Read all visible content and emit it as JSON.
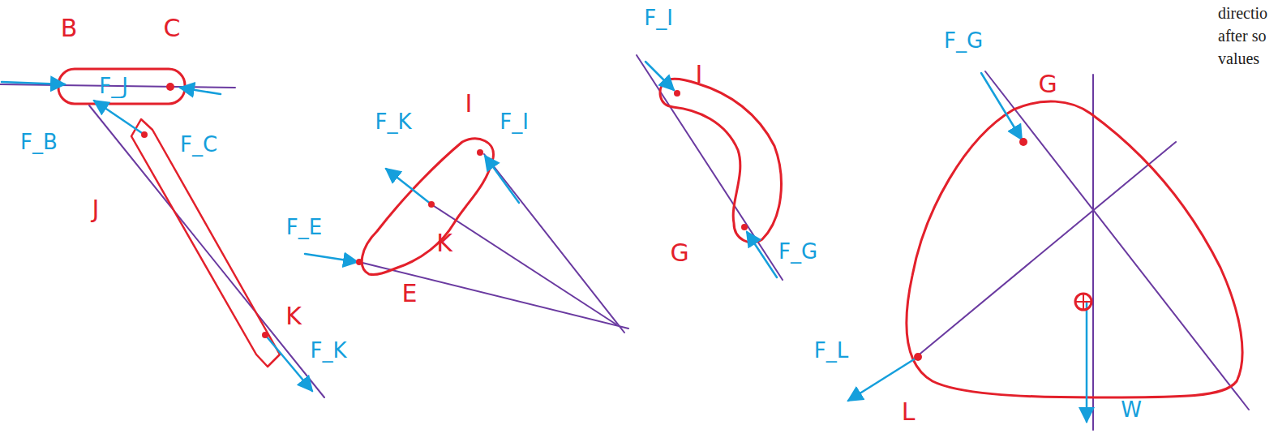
{
  "diagram": {
    "labels": [
      "B",
      "C",
      "F_B",
      "F_C",
      "F_J",
      "J",
      "K",
      "F_K",
      "I",
      "F_K",
      "F_I",
      "F_E",
      "K",
      "E",
      "F_I",
      "I",
      "G",
      "F_G",
      "F_G",
      "G",
      "F_L",
      "L",
      "W",
      "directio",
      "after so",
      "values"
    ]
  }
}
